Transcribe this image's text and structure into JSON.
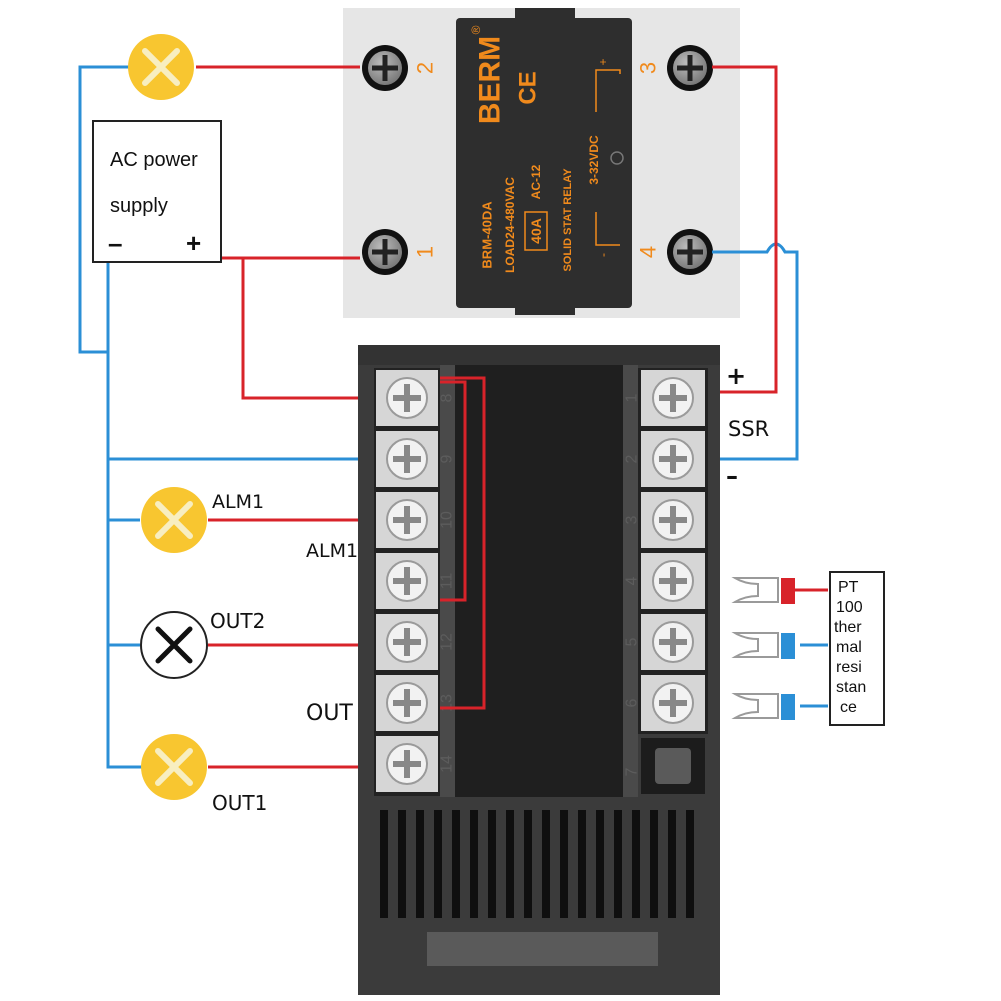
{
  "power_supply": {
    "label_line1": "AC power",
    "label_line2": "supply",
    "minus": "–",
    "plus": "+"
  },
  "ssr_module": {
    "brand": "BERM",
    "registered": "®",
    "ce": "CE",
    "model": "BRM-40DA",
    "load": "LOAD24-480VAC",
    "current": "40A",
    "ac_class": "AC-12",
    "type": "SOLID STAT RELAY",
    "control_voltage": "3-32VDC",
    "plus_mark": "+",
    "minus_mark": "-",
    "terminals": [
      "1",
      "2",
      "3",
      "4"
    ]
  },
  "controller": {
    "left_terminal_numbers": [
      "8",
      "9",
      "10",
      "11",
      "12",
      "13",
      "14"
    ],
    "right_terminal_numbers": [
      "1",
      "2",
      "3",
      "4",
      "5",
      "6",
      "7"
    ]
  },
  "labels": {
    "alm1_lamp": "ALM1",
    "alm1_terminal": "ALM1",
    "out2": "OUT2",
    "out": "OUT",
    "out1": "OUT1",
    "ssr_plus": "+",
    "ssr": "SSR",
    "ssr_minus": "–"
  },
  "sensor": {
    "lines": [
      "PT",
      "100",
      "ther",
      "mal",
      "resi",
      "stan",
      "ce"
    ]
  },
  "colors": {
    "red_wire": "#d8232a",
    "blue_wire": "#2b8fd6",
    "lamp_yellow": "#f8c630",
    "lamp_x": "#f8eec0",
    "controller_body": "#3b3b3b",
    "ssr_panel": "#e6e6e6",
    "ssr_label": "#2e2e2e",
    "ssr_text": "#f08a1c"
  }
}
